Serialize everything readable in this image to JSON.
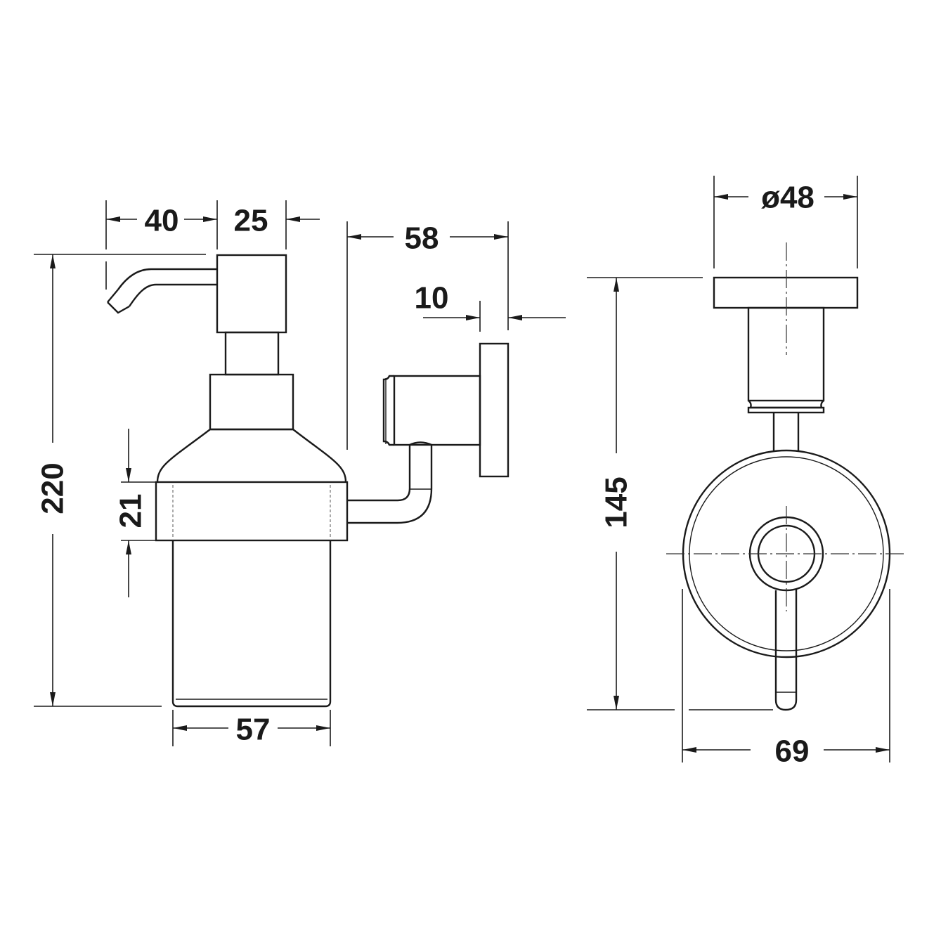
{
  "drawing": {
    "views": [
      "side-view",
      "front-view"
    ],
    "dimensions": {
      "spout_reach": "40",
      "pump_head_width": "25",
      "wall_projection": "58",
      "wall_plate_thickness": "10",
      "total_height": "220",
      "band_height": "21",
      "glass_diameter": "57",
      "plate_diameter": "ø48",
      "mount_height": "145",
      "ring_diameter": "69"
    }
  }
}
